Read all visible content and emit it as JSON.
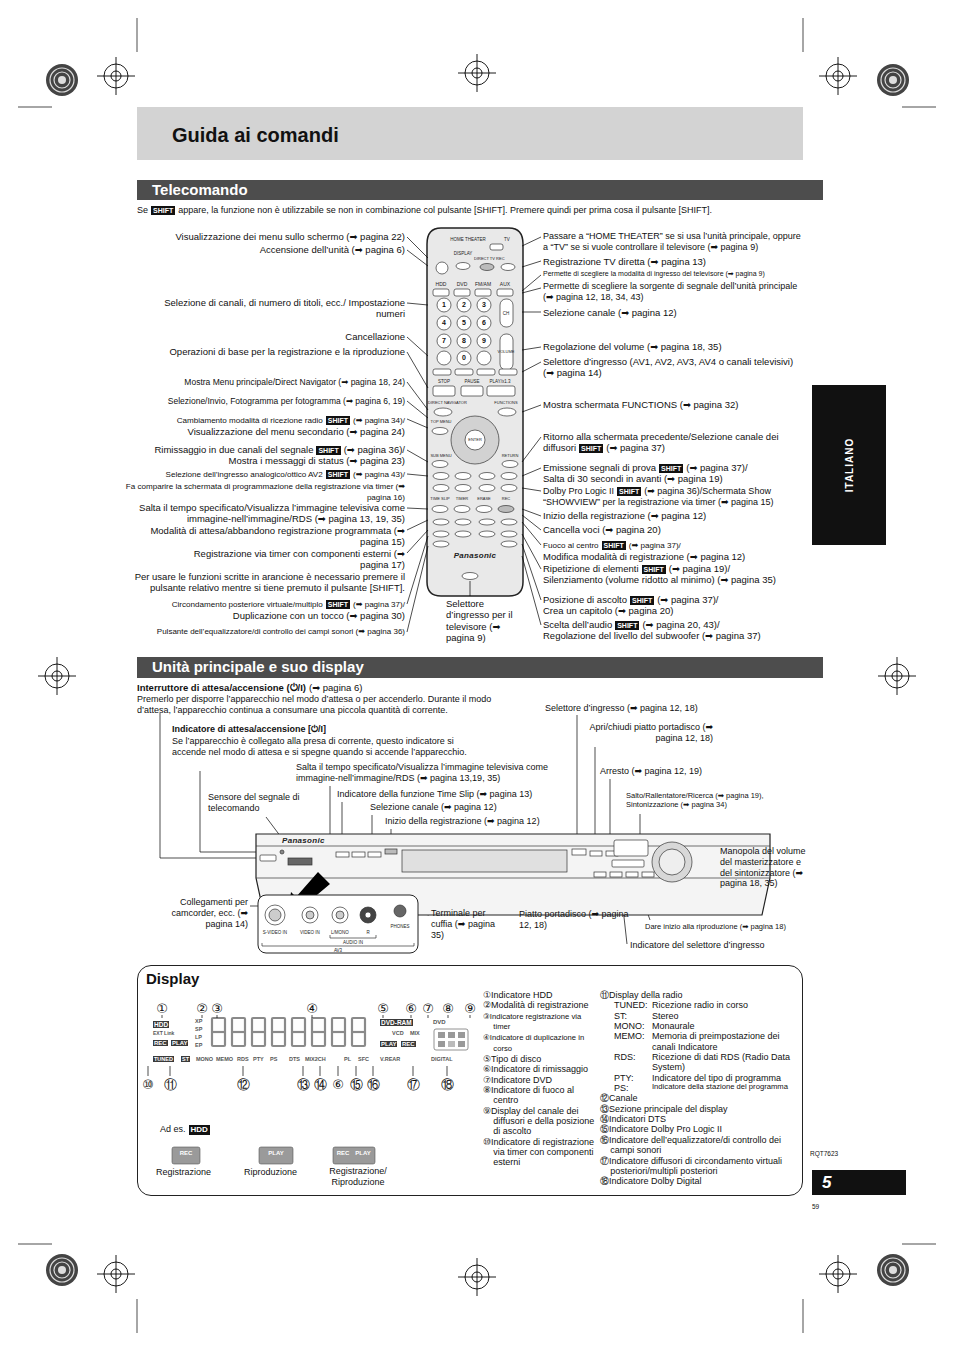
{
  "diagram": {
    "title": "Guida ai comandi",
    "nodes": [
      {
        "text": [
          "Telecomando"
        ]
      },
      {
        "text": [
          "ITALIANO"
        ]
      },
      {
        "text": [
          "Unità principale e suo display"
        ]
      },
      {
        "text": [
          "Display"
        ]
      },
      {
        "text": [
          "5"
        ]
      }
    ],
    "labels": [
      "Se",
      "SHIFT",
      "appare, la funzione non è utilizzabile se non in combinazione col pulsante [SHIFT]. Premere quindi per prima cosa il pulsante [SHIFT].",
      "Visualizzazione dei menu sullo schermo (➡ pagina 22)",
      "Accensione dell’unità (➡ pagina 6)",
      "Selezione di canali, di numero di titoli, ecc./ Impostazione numeri",
      "Cancellazione",
      "Operazioni di base per la registrazione e la riproduzione",
      "Mostra Menu principale/Direct Navigator (➡ pagina 18, 24)",
      "Selezione/Invio, Fotogramma per fotogramma (➡ pagina 6, 19)",
      "Cambiamento modalità di ricezione radio",
      "SHIFT",
      "(➡ pagina 34)/",
      "Visualizzazione del menu secondario (➡ pagina 24)",
      "Rimissaggio in due canali del segnale",
      "SHIFT",
      "(➡ pagina 36)/",
      "Mostra i messaggi di status (➡ pagina 23)",
      "Selezione dell’ingresso analogico/ottico AV2",
      "SHIFT",
      "(➡ pagina 43)/",
      "Fa comparire la schermata di programmazione della registrazione via timer (➡ pagina 16)",
      "Salta il tempo specificato/Visualizza l’immagine televisiva come immagine-nell’immagine/RDS (➡ pagina 13, 19, 35)",
      "Modalità di attesa/abbandono registrazione programmata (➡ pagina 15)",
      "Registrazione via timer con componenti esterni (➡ pagina 17)",
      "Per usare le funzioni scritte in arancione è necessario premere il pulsante relativo mentre si tiene premuto il pulsante [SHIFT].",
      "Circondamento posteriore virtuale/multiplo",
      "SHIFT",
      "(➡ pagina 37)/",
      "Duplicazione con un tocco (➡ pagina 30)",
      "Pulsante dell’equalizzatore/di controllo dei campi sonori (➡ pagina 36)",
      "Selettore d’ingresso per il televisore (➡ pagina 9)",
      "Passare a “HOME THEATER” se si usa l’unità principale, oppure a “TV” se si vuole controllare il televisore (➡ pagina 9)",
      "Registrazione TV diretta (➡ pagina 13)",
      "Permette di scegliere la modalità di ingresso del televisore (➡ pagina 9)",
      "Permette di scegliere la sorgente di segnale dell’unità principale (➡ pagina 12, 18, 34, 43)",
      "Selezione canale (➡ pagina 12)",
      "Regolazione del volume (➡ pagina 18, 35)",
      "Selettore d’ingresso (AV1, AV2, AV3, AV4 o canali televisivi) (➡ pagina 14)",
      "Mostra schermata FUNCTIONS (➡ pagina 32)",
      "Ritorno alla schermata precedente/Selezione canale dei diffusori",
      "SHIFT",
      "(➡ pagina 37)",
      "Emissione segnali di prova",
      "SHIFT",
      "(➡ pagina 37)/",
      "Salta di 30 secondi in avanti (➡ pagina 19)",
      "Dolby Pro Logic II",
      "SHIFT",
      "(➡ pagina 36)/Schermata Show “SHOWVIEW” per la registrazione via timer (➡ pagina 15)",
      "Inizio della registrazione (➡ pagina 12)",
      "Cancella voci (➡ pagina 20)",
      "Fuoco al centro",
      "SHIFT",
      "(➡ pagina 37)/",
      "Modifica modalità di registrazione (➡ pagina 12)",
      "Ripetizione di elementi",
      "SHIFT",
      "(➡ pagina 19)/",
      "Silenziamento (volume ridotto al minimo) (➡ pagina 35)",
      "Posizione di ascolto",
      "SHIFT",
      "(➡ pagina 37)/",
      "Crea un capitolo (➡ pagina 20)",
      "Scelta dell’audio",
      "SHIFT",
      "(➡ pagina 20, 43)/",
      "Regolazione del livello del subwoofer (➡ pagina 37)",
      "HOME THEATER",
      "TV",
      "DISPLAY",
      "DIRECT TV REC",
      "HDD",
      "DVD",
      "FM/AM",
      "AUX",
      "1",
      "2",
      "3",
      "4",
      "5",
      "6",
      "7",
      "8",
      "9",
      "0",
      "CH",
      "VOLUME",
      "STOP",
      "PAUSE",
      "PLAY/x1.3",
      "DIRECT NAVIGATOR",
      "FUNCTIONS",
      "TOP MENU",
      "ENTER",
      "SUB MENU",
      "RETURN",
      "TIME SLIP",
      "TIMER",
      "ERASE",
      "REC",
      "Panasonic",
      "Interruttore di attesa/accensione (⏻/I)",
      "(➡ pagina 6)",
      "Premerlo per disporre l’apparecchio nel modo d’attesa o per accenderlo. Durante il modo d’attesa, l’apparecchio continua a consumare una piccola quantità di corrente.",
      "Indicatore di attesa/accensione [⏻/I]",
      "Se l’apparecchio è collegato alla presa di corrente, questo indicatore si accende nel modo di attesa e si spegne quando si accende l’apparecchio.",
      "Salta il tempo specificato/Visualizza l’immagine televisiva come immagine-nell’immagine/RDS (➡ pagina 13,19, 35)",
      "Sensore del segnale di telecomando",
      "Indicatore della funzione Time Slip (➡ pagina 13)",
      "Selezione canale (➡ pagina 12)",
      "Inizio della registrazione (➡ pagina 12)",
      "Selettore d’ingresso (➡ pagina 12, 18)",
      "Apri/chiudi piatto portadisco (➡ pagina 12, 18)",
      "Arresto (➡ pagina 12, 19)",
      "Salto/Rallentatore/Ricerca (➡ pagina 19), Sintonizzazione (➡ pagina 34)",
      "Manopola del volume del masterizzatore e del sintonizzatore (➡ pagina 18, 35)",
      "Collegamenti per camcorder, ecc. (➡ pagina 14)",
      "Terminale per cuffia (➡ pagina 35)",
      "Piatto portadisco (➡ pagina 12, 18)",
      "Dare inizio alla riproduzione (➡ pagina 18)",
      "Indicatore del selettore d’ingresso",
      "Panasonic",
      "S-VIDEO IN",
      "VIDEO IN",
      "L/MONO",
      "R",
      "PHONES",
      "AUDIO IN",
      "AV3",
      "①",
      "②",
      "③",
      "④",
      "⑤",
      "⑥",
      "⑦",
      "⑧",
      "⑨",
      "⑩",
      "⑪",
      "⑫",
      "⑬",
      "⑭",
      "⑥",
      "⑮",
      "⑯",
      "⑰",
      "⑱",
      "HDD",
      "EXT Link",
      "REC",
      "PLAY",
      "XP",
      "SP",
      "LP",
      "EP",
      "DVD-RAM",
      "VCD",
      "MIX",
      "PLAY",
      "REC",
      "DVD",
      "TUNED",
      "ST",
      "MONO",
      "MEMO",
      "RDS",
      "PTY",
      "PS",
      "DTS",
      "MIX2CH",
      "PL",
      "SFC",
      "V.REAR",
      "DIGITAL",
      "Ad es.",
      "HDD",
      "REC",
      "PLAY",
      "REC",
      "PLAY",
      "Registrazione",
      "Riproduzione",
      "Registrazione/ Riproduzione",
      "①Indicatore HDD",
      "②Modalità di registrazione",
      "③Indicatore registrazione via timer",
      "④Indicatore di duplicazione in corso",
      "⑤Tipo di disco",
      "⑥Indicatore di rimissaggio",
      "⑦Indicatore DVD",
      "⑧Indicatore di fuoco al centro",
      "⑨Display del canale dei diffusori e della posizione di ascolto",
      "⑩Indicatore di registrazione via timer con componenti esterni",
      "⑪Display della radio",
      "TUNED:",
      "Ricezione radio in corso",
      "ST:",
      "Stereo",
      "MONO:",
      "Monaurale",
      "MEMO:",
      "Memoria di preimpostazione dei canali Indicatore",
      "RDS:",
      "Ricezione di dati RDS (Radio Data System)",
      "PTY:",
      "Indicatore del tipo di programma",
      "PS:",
      "Indicatore della stazione del programma",
      "⑫Canale",
      "⑬Sezione principale del display",
      "⑭Indicatori DTS",
      "⑮Indicatore Dolby Pro Logic II",
      "⑯Indicatore dell’equalizzatore/di controllo dei campi sonori",
      "⑰Indicatore diffusori di circondamento virtuali posteriori/multipli posteriori",
      "⑱Indicatore Dolby Digital",
      "RQT7623",
      "59"
    ]
  }
}
